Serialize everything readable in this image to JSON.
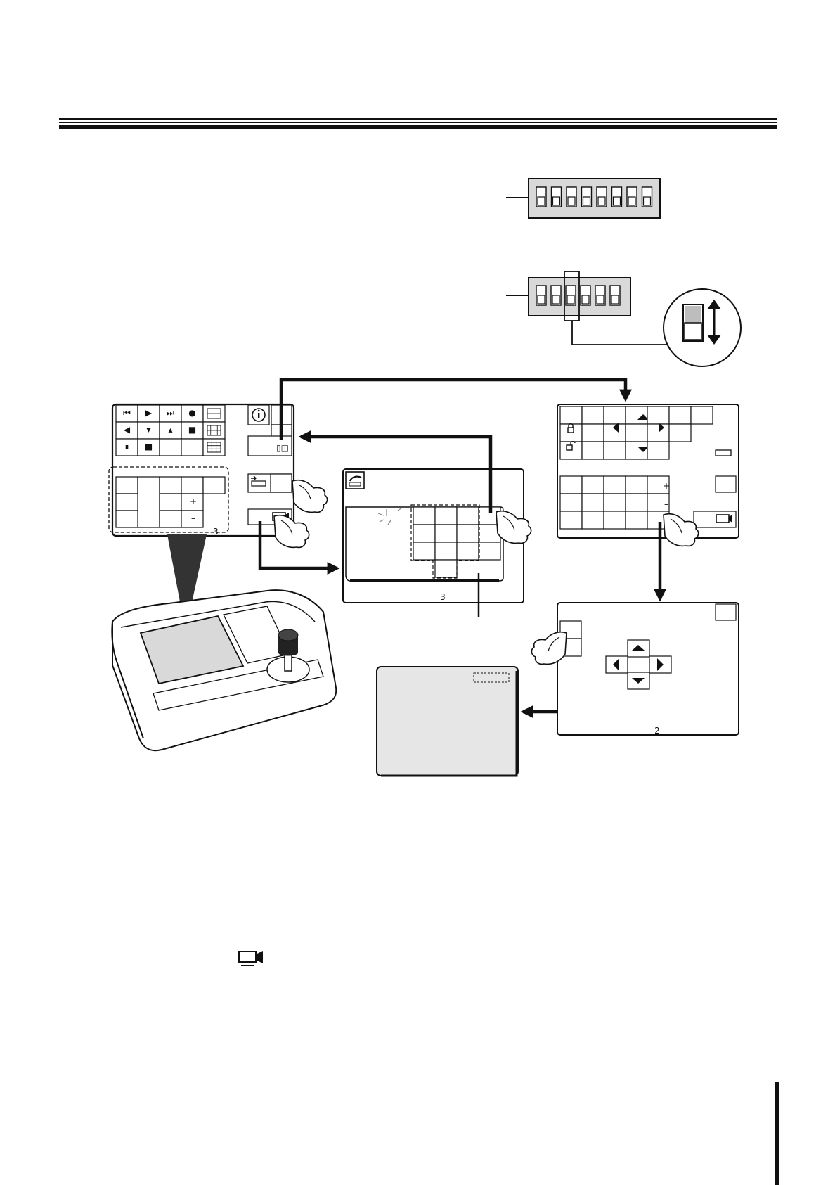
{
  "header": {
    "rule_style": "double-rule"
  },
  "dip_switches": {
    "bank_8": {
      "switch_count": 8,
      "icon": "dip-switch-8-icon"
    },
    "bank_6": {
      "switch_count": 6,
      "icon": "dip-switch-6-icon",
      "highlighted_switch": 3
    },
    "detail": {
      "icon": "switch-slide-icon",
      "direction_icon": "up-down-arrow-icon"
    }
  },
  "panels": {
    "main": {
      "keys": {
        "plus": "+",
        "minus": "–"
      },
      "icons": [
        "rewind-icon",
        "play-icon",
        "fast-forward-icon",
        "record-icon",
        "quad-view-icon",
        "reverse-play-icon",
        "down-icon",
        "up-icon",
        "stop-icon",
        "nine-view-icon",
        "pause-icon",
        "stop-square-icon",
        "sixteen-view-icon",
        "info-icon",
        "keyboard-icon",
        "camera-icon"
      ],
      "page_mark": "3"
    },
    "dialog": {
      "icons": [
        "handset-icon"
      ],
      "page_mark": "3"
    },
    "control": {
      "keys": {
        "plus": "+",
        "minus": "–"
      },
      "icons": [
        "lock-icon",
        "unlock-icon",
        "arrow-up-icon",
        "arrow-left-icon",
        "arrow-right-icon",
        "arrow-down-icon",
        "keyboard-icon",
        "camera-icon"
      ]
    },
    "ptz": {
      "icons": [
        "arrow-up-icon",
        "arrow-left-icon",
        "arrow-right-icon",
        "arrow-down-icon"
      ],
      "page_mark": "2"
    }
  },
  "monitor": {
    "fill_color": "#e6e6e6"
  },
  "keyboard_device": {
    "screen_color": "#d9d9d9"
  },
  "camera_glyph": {
    "icon": "camera-icon"
  },
  "colors": {
    "ink": "#111111",
    "switch_bank": "#d9d9d9",
    "pointer": "#333333"
  }
}
